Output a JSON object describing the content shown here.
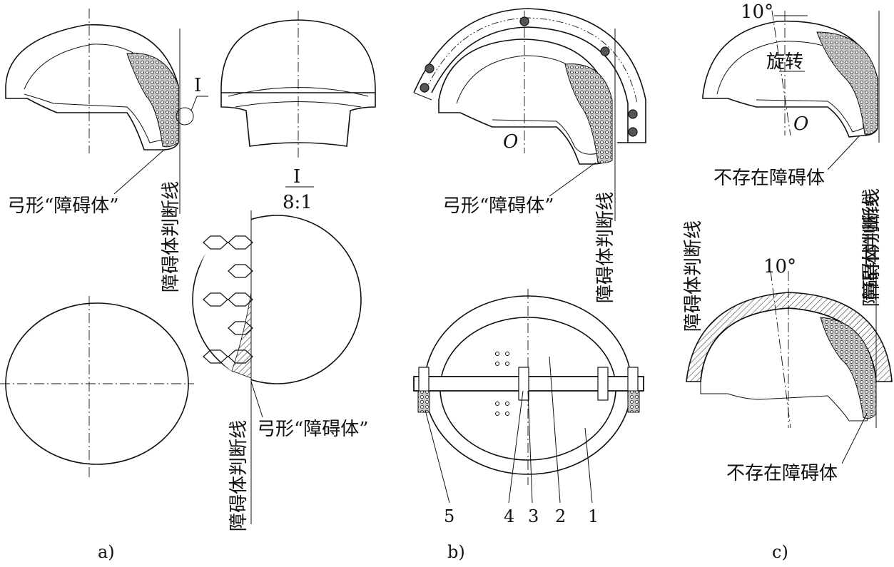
{
  "labels": {
    "bow_obstacle": "弓形“障碍体”",
    "judgment_line": "障碍体判断线",
    "no_obstacle": "不存在障碍体",
    "rotate": "旋转",
    "angle": "10°",
    "center": "O",
    "detail_mark": "I",
    "detail_scale": "8:1"
  },
  "parts": [
    "1",
    "2",
    "3",
    "4",
    "5"
  ],
  "captions": [
    "a)",
    "b)",
    "c)"
  ],
  "colors": {
    "line": "#111111",
    "background": "#ffffff"
  }
}
